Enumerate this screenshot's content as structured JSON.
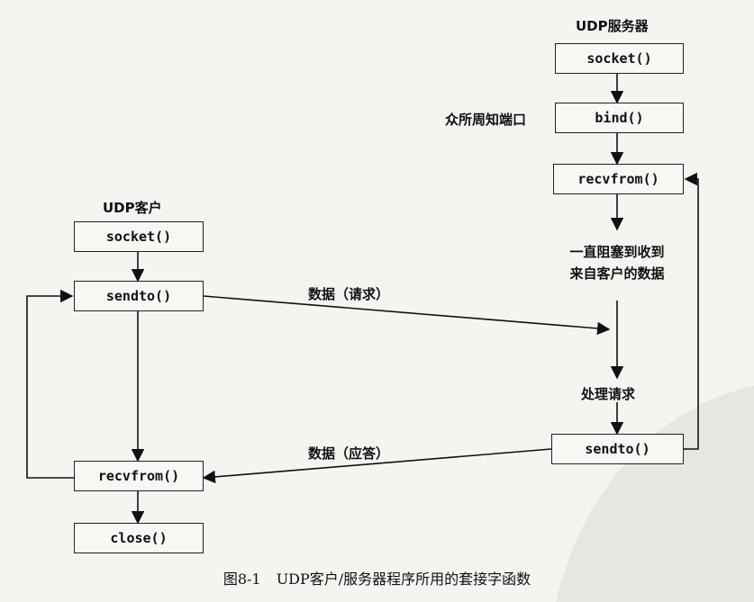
{
  "server": {
    "title": "UDP服务器",
    "socket": "socket()",
    "well_known_port": "众所周知端口",
    "bind": "bind()",
    "recvfrom": "recvfrom()",
    "block_line1": "一直阻塞到收到",
    "block_line2": "来自客户的数据",
    "process": "处理请求",
    "sendto": "sendto()"
  },
  "client": {
    "title": "UDP客户",
    "socket": "socket()",
    "sendto": "sendto()",
    "recvfrom": "recvfrom()",
    "close": "close()"
  },
  "flows": {
    "request": "数据（请求）",
    "reply": "数据（应答）"
  },
  "caption": {
    "number": "图8-1",
    "text": "UDP客户/服务器程序所用的套接字函数"
  }
}
